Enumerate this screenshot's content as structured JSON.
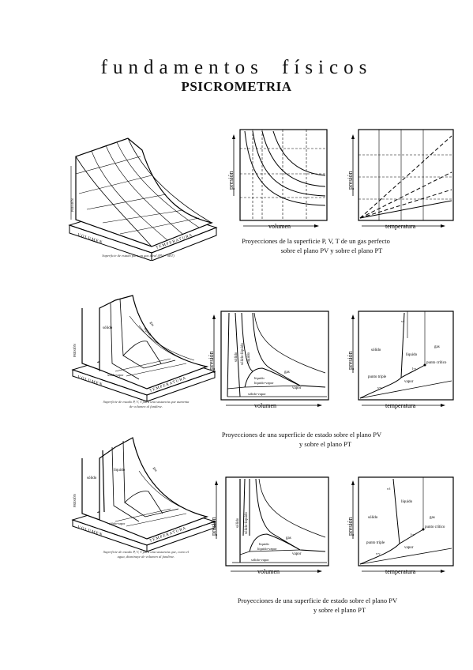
{
  "header": {
    "title": "fundamentos físicos",
    "subtitle": "PSICROMETRIA"
  },
  "axis": {
    "presion": "presión",
    "volumen": "volumen",
    "temperatura": "temperatura",
    "volumen_3d": "V O L U M E N",
    "temperatura_3d": "T E M P E R A T U R A",
    "presion_3d": "PRESIÓN"
  },
  "region_labels": {
    "solido": "sólido",
    "liquido": "líquido",
    "vapor": "vapor",
    "gas": "gas",
    "solido_liquido": "sólido-líquido",
    "liquido_vapor": "líquido-vapor",
    "solido_vapor": "sólido-vapor",
    "punto_triple": "punto triple",
    "punto_critico": "punto crítico",
    "s_l": "s-l",
    "l_v": "l-v",
    "s_v": "s-v"
  },
  "figures": {
    "gas": {
      "small_caption": "Superficie de estado para un gas ideal (PV = nRT)",
      "caption_line1": "Proyecciones de la superficie P, V, T de un gas perfecto",
      "caption_line2": "sobre el plano PV y sobre el plano PT"
    },
    "contracts": {
      "small_caption_line1": "Superficie de estado P, V, T para una sustancia que aumenta",
      "small_caption_line2": "de volumen al fundirse.",
      "caption_line1": "Proyecciones de una superficie de estado sobre el plano PV",
      "caption_line2": "y sobre el plano PT"
    },
    "water": {
      "small_caption_line1": "Superficie de estado P, V, T para una sustancia que, como el",
      "small_caption_line2": "agua, disminuye de volumen al fundirse.",
      "caption_line1": "Proyecciones de una superficie de estado sobre el plano PV",
      "caption_line2": "y sobre el plano PT"
    }
  }
}
